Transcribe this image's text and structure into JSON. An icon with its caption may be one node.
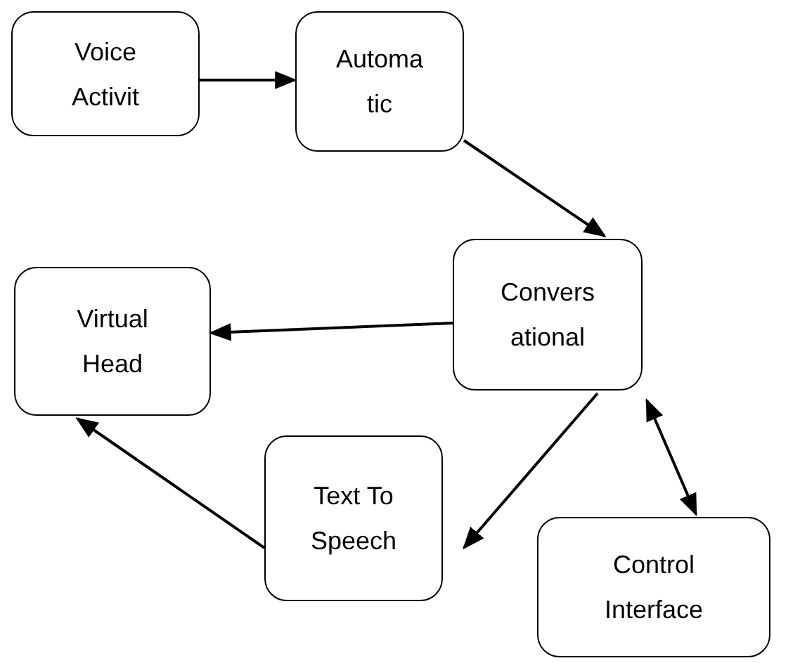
{
  "diagram": {
    "nodes": [
      {
        "text": [
          "Voice Activit"
        ]
      },
      {
        "text": [
          "Automa tic"
        ]
      },
      {
        "text": [
          "Convers ational"
        ]
      },
      {
        "text": [
          "Virtual Head"
        ]
      },
      {
        "text": [
          "Text To Speech"
        ]
      },
      {
        "text": [
          "Control Interface"
        ]
      }
    ],
    "edges": [
      {
        "from": 0,
        "to": 1,
        "arrow": "to"
      },
      {
        "from": 1,
        "to": 2,
        "arrow": "to"
      },
      {
        "from": 2,
        "to": 3,
        "arrow": "to"
      },
      {
        "from": 2,
        "to": 4,
        "arrow": "to"
      },
      {
        "from": 4,
        "to": 3,
        "arrow": "to"
      },
      {
        "from": 2,
        "to": 5,
        "arrow": "both"
      }
    ]
  }
}
